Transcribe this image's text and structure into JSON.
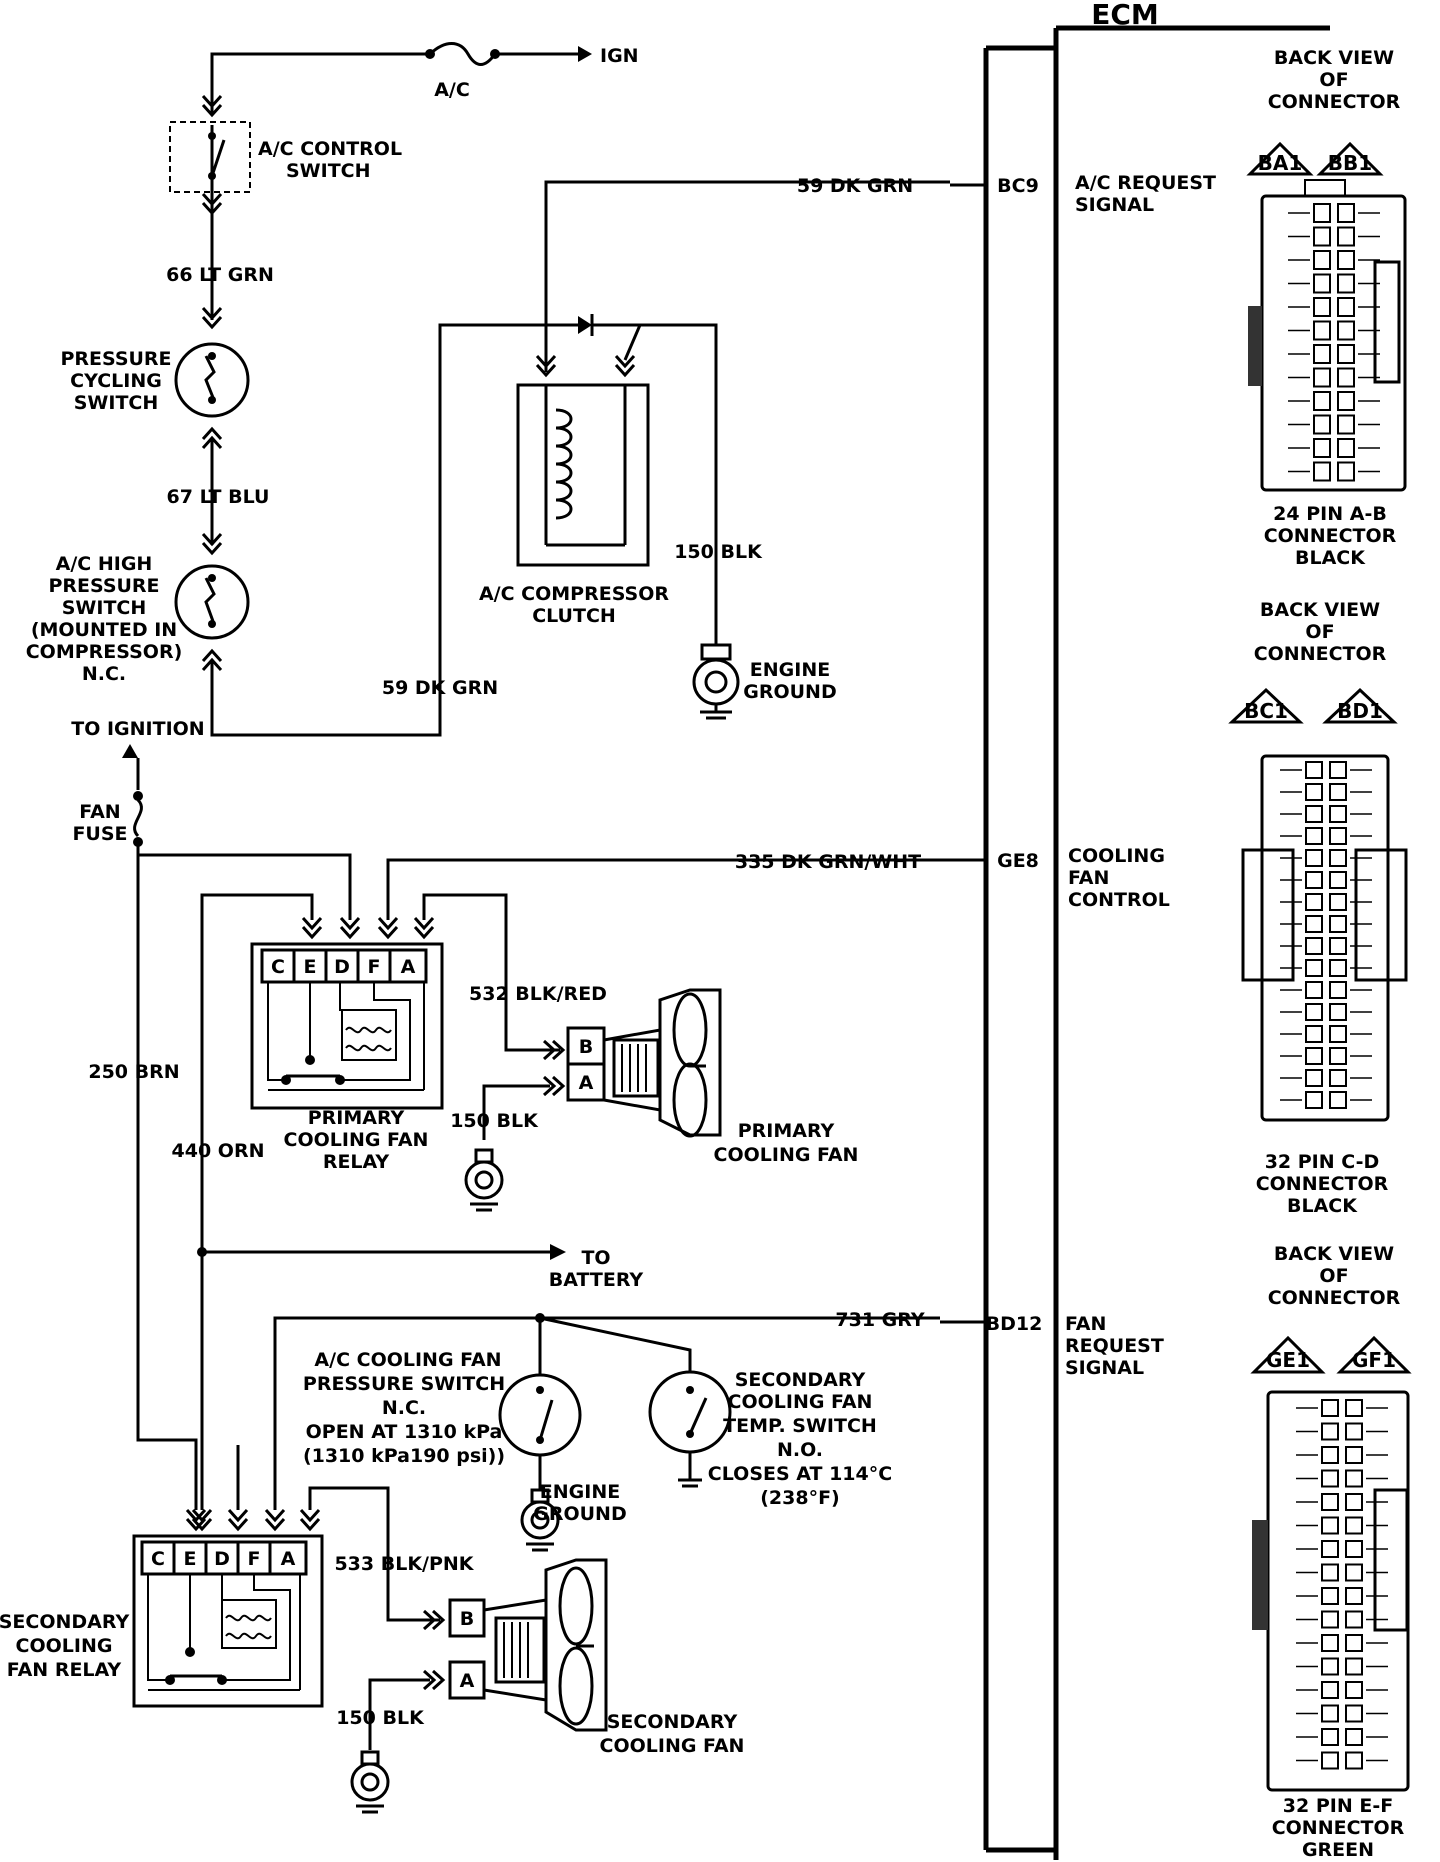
{
  "ecm": {
    "title": "ECM"
  },
  "top": {
    "fuse_label": "A/C",
    "ign_label": "IGN"
  },
  "ac_control_switch": {
    "line1": "A/C CONTROL",
    "line2": "SWITCH"
  },
  "wires": {
    "w66": "66 LT GRN",
    "w67": "67 LT BLU",
    "w59_top": "59 DK GRN",
    "w59_bottom": "59 DK GRN",
    "w150_clutch": "150 BLK",
    "w335": "335 DK GRN/WHT",
    "w250": "250 BRN",
    "w440": "440 ORN",
    "w532": "532 BLK/RED",
    "w150_primary": "150 BLK",
    "w731": "731 GRY",
    "w533": "533 BLK/PNK",
    "w150_secondary": "150 BLK"
  },
  "pressure_cycling_switch": [
    "PRESSURE",
    "CYCLING",
    "SWITCH"
  ],
  "ac_high_pressure_switch": [
    "A/C HIGH",
    "PRESSURE",
    "SWITCH",
    "(MOUNTED IN",
    "COMPRESSOR)",
    "N.C."
  ],
  "to_ignition": "TO IGNITION",
  "fan_fuse": [
    "FAN",
    "FUSE"
  ],
  "compressor_clutch": [
    "A/C COMPRESSOR",
    "CLUTCH"
  ],
  "engine_ground_1": [
    "ENGINE",
    "GROUND"
  ],
  "engine_ground_2": [
    "ENGINE",
    "GROUND"
  ],
  "primary_relay": {
    "pins": [
      "C",
      "E",
      "D",
      "F",
      "A"
    ],
    "label": [
      "PRIMARY",
      "COOLING FAN",
      "RELAY"
    ]
  },
  "secondary_relay": {
    "pins": [
      "C",
      "E",
      "D",
      "F",
      "A"
    ],
    "label": [
      "SECONDARY",
      "COOLING",
      "FAN  RELAY"
    ]
  },
  "primary_fan": {
    "pin_b": "B",
    "pin_a": "A",
    "label": [
      "PRIMARY",
      "COOLING FAN"
    ]
  },
  "secondary_fan": {
    "pin_b": "B",
    "pin_a": "A",
    "label": [
      "SECONDARY",
      "COOLING FAN"
    ]
  },
  "to_battery": [
    "TO",
    "BATTERY"
  ],
  "ac_cooling_fan_pressure_switch": [
    "A/C COOLING FAN",
    "PRESSURE SWITCH",
    "N.C.",
    "OPEN AT 1310 kPa",
    "(1310 kPa190 psi))"
  ],
  "secondary_temp_switch": [
    "SECONDARY",
    "COOLING FAN",
    "TEMP. SWITCH",
    "N.O.",
    "CLOSES AT 114°C",
    "(238°F)"
  ],
  "ecm_pins": [
    {
      "pin": "BC9",
      "signal": [
        "A/C  REQUEST",
        "SIGNAL"
      ]
    },
    {
      "pin": "GE8",
      "signal": [
        "COOLING",
        "FAN",
        "CONTROL"
      ]
    },
    {
      "pin": "BD12",
      "signal": [
        "FAN",
        "REQUEST",
        "SIGNAL"
      ]
    }
  ],
  "connectors": [
    {
      "header": [
        "BACK VIEW",
        "OF",
        "CONNECTOR"
      ],
      "left_tag": "BA1",
      "right_tag": "BB1",
      "caption": [
        "24 PIN  A-B",
        "CONNECTOR",
        "BLACK"
      ]
    },
    {
      "header": [
        "BACK VIEW",
        "OF",
        "CONNECTOR"
      ],
      "left_tag": "BC1",
      "right_tag": "BD1",
      "caption": [
        "32  PIN C-D",
        "CONNECTOR",
        "BLACK"
      ]
    },
    {
      "header": [
        "BACK VIEW",
        "OF",
        "CONNECTOR"
      ],
      "left_tag": "GE1",
      "right_tag": "GF1",
      "caption": [
        "32  PIN E-F",
        "CONNECTOR",
        "GREEN"
      ]
    }
  ]
}
